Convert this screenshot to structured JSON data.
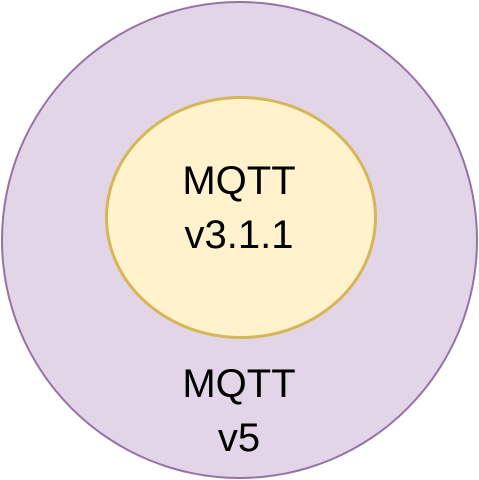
{
  "diagram": {
    "outer": {
      "line1": "MQTT",
      "line2": "v5",
      "fill_color": "#e1d5e7",
      "stroke_color": "#9673a6"
    },
    "inner": {
      "line1": "MQTT",
      "line2": "v3.1.1",
      "fill_color": "#fff2cc",
      "stroke_color": "#d6b656"
    }
  }
}
